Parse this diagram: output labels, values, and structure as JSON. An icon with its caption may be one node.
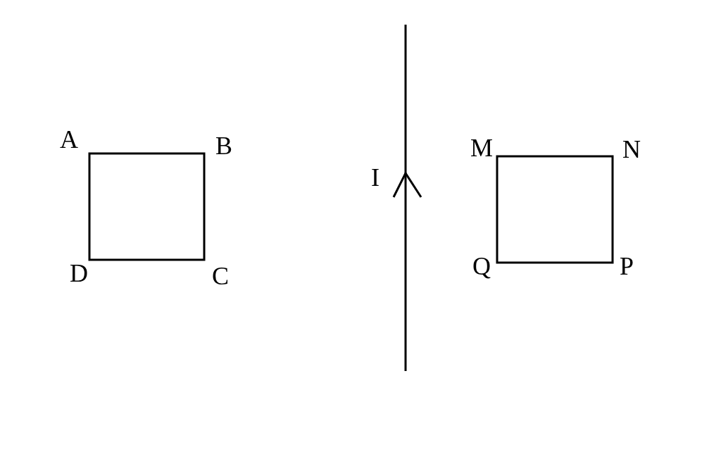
{
  "diagram": {
    "labels": [
      "A",
      "B",
      "M",
      "N",
      "I",
      "D",
      "C",
      "Q",
      "P"
    ]
  }
}
